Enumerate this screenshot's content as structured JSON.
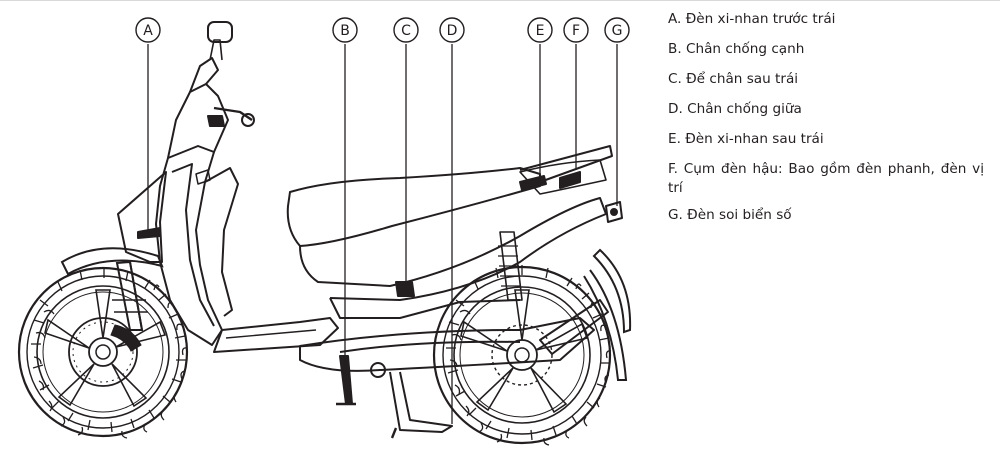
{
  "callouts": [
    {
      "letter": "A",
      "text": "A. Đèn xi-nhan trước trái"
    },
    {
      "letter": "B",
      "text": "B. Chân chống cạnh"
    },
    {
      "letter": "C",
      "text": "C. Để chân sau trái"
    },
    {
      "letter": "D",
      "text": "D. Chân chống giữa"
    },
    {
      "letter": "E",
      "text": "E. Đèn xi-nhan sau trái"
    },
    {
      "letter": "F",
      "text": "F. Cụm đèn hậu: Bao gồm đèn phanh, đèn vị trí"
    },
    {
      "letter": "G",
      "text": "G. Đèn soi biển số"
    }
  ],
  "colors": {
    "ink": "#231f20",
    "rule": "#d9d9d9"
  }
}
